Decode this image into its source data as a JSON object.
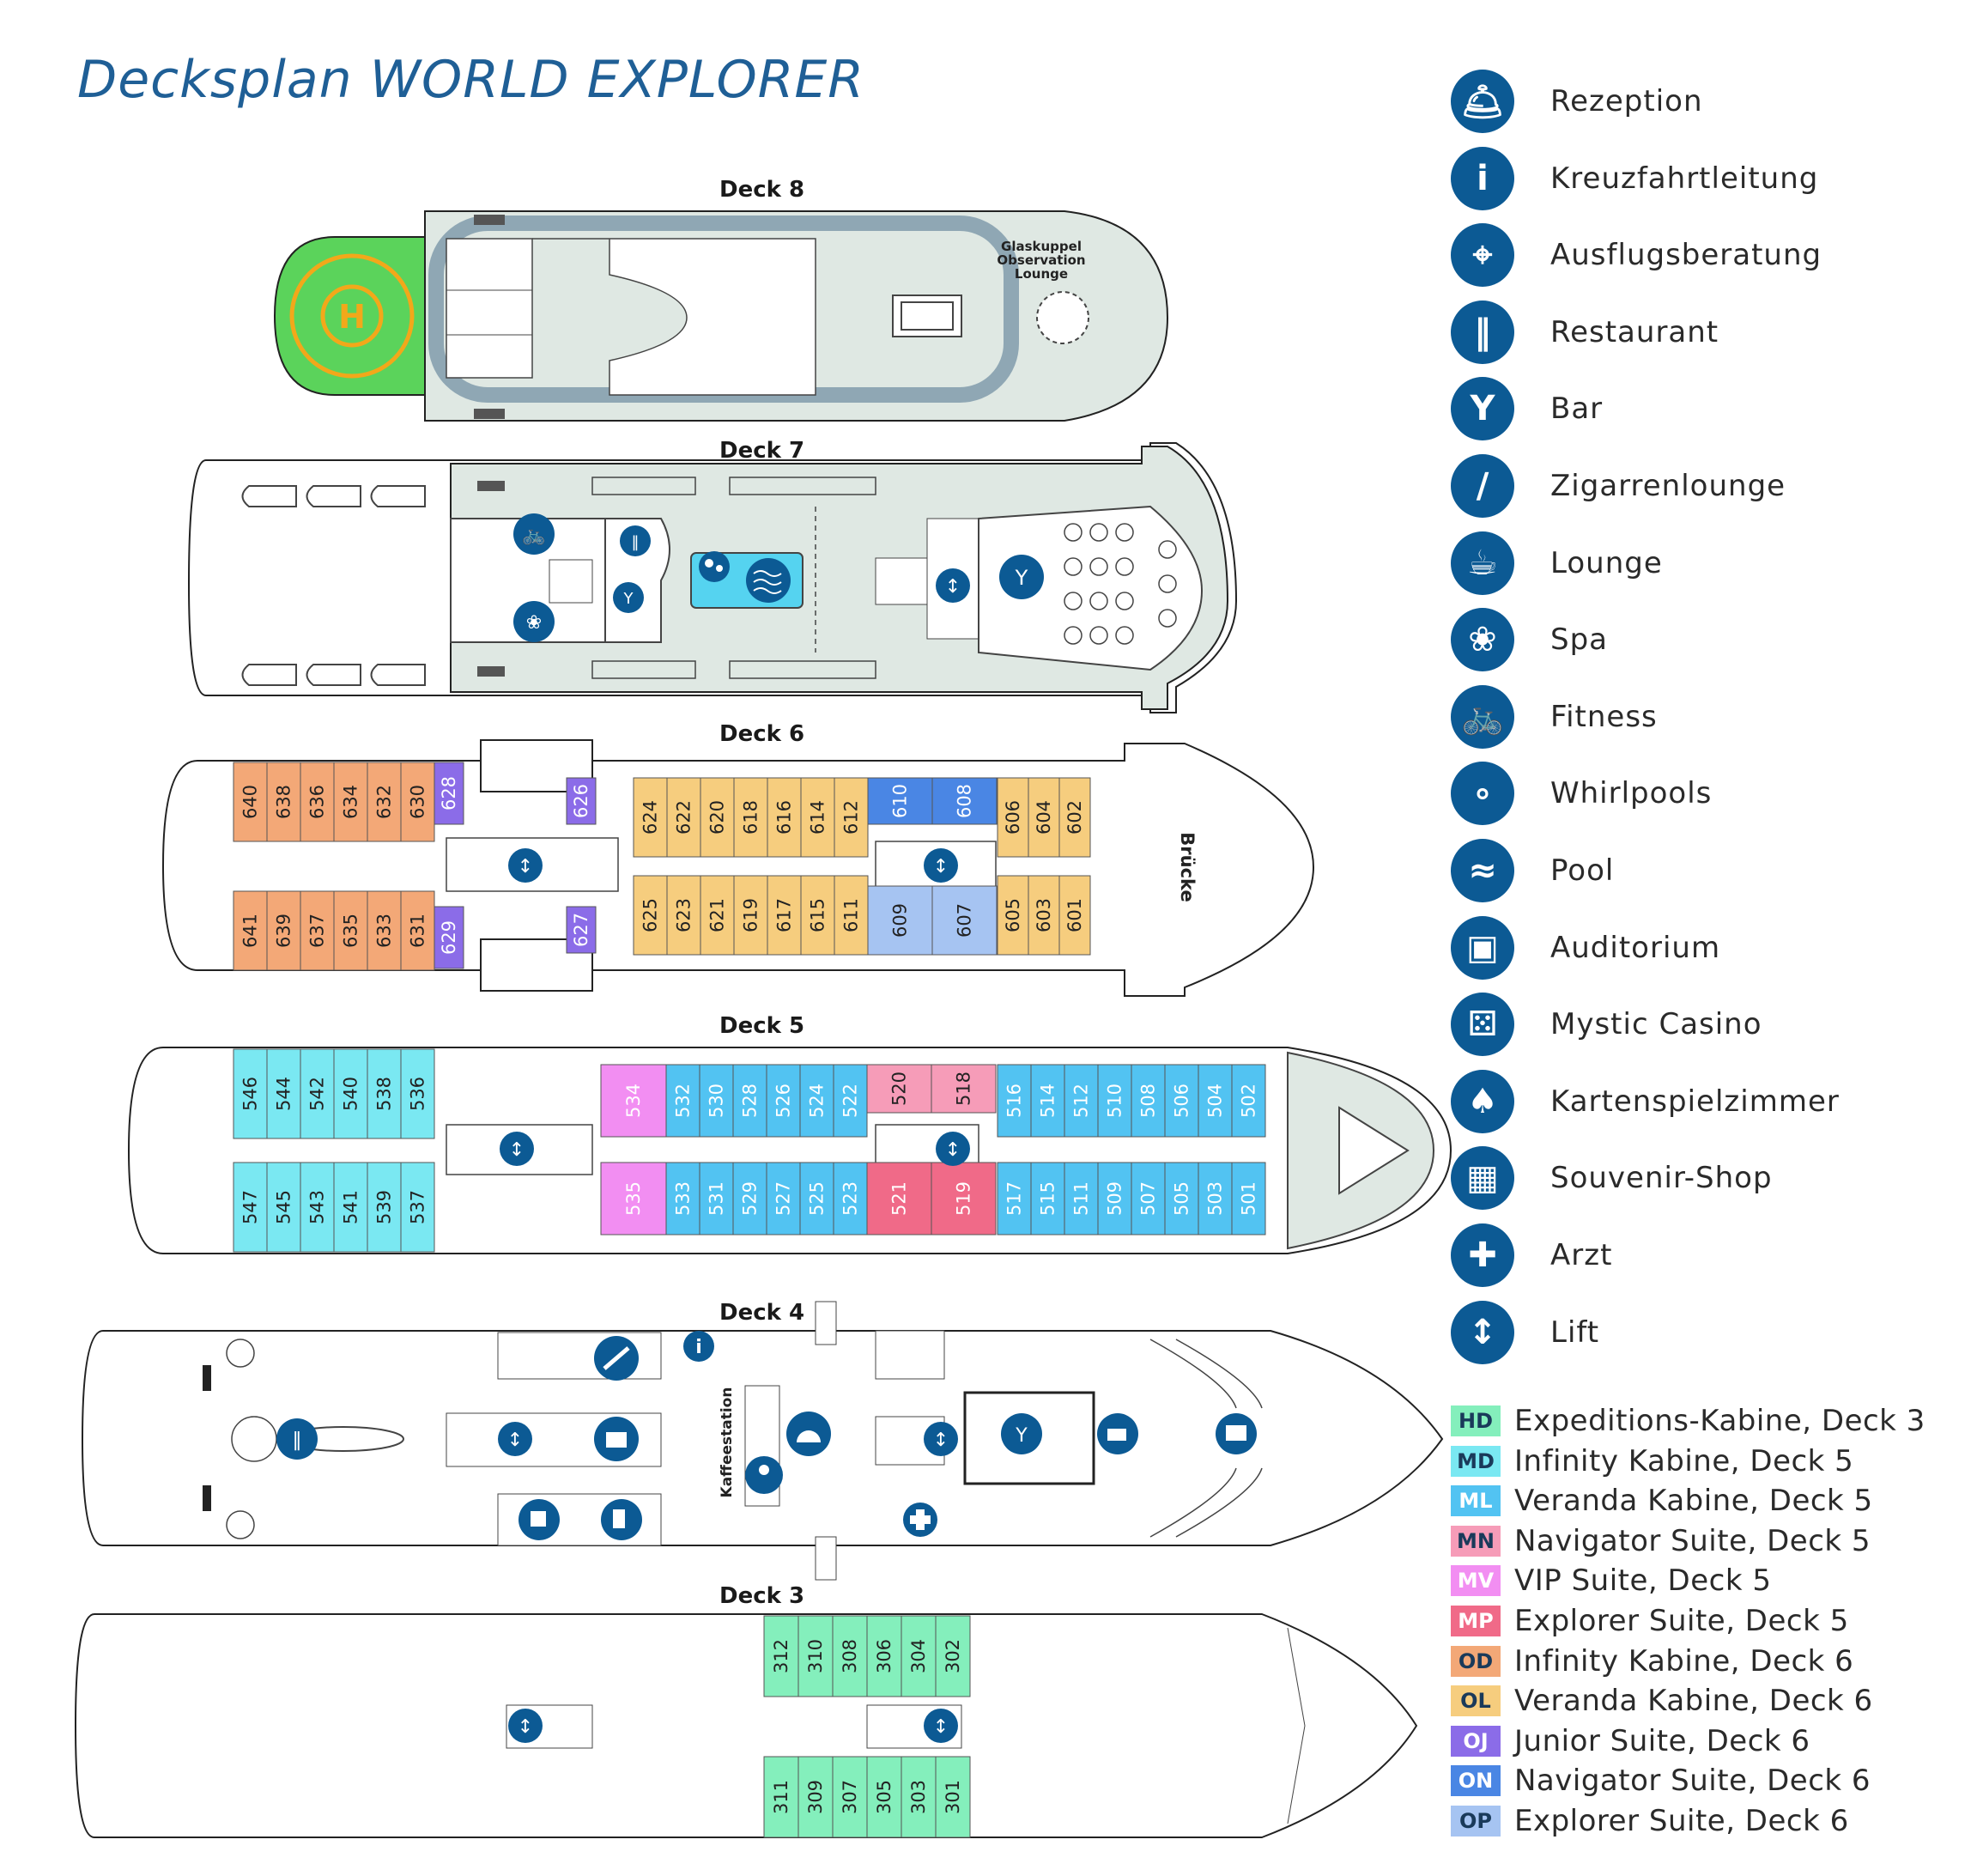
{
  "title": "Decksplan WORLD EXPLORER",
  "decks": {
    "d8": "Deck 8",
    "d7": "Deck 7",
    "d6": "Deck 6",
    "d5": "Deck 5",
    "d4": "Deck 4",
    "d3": "Deck 3"
  },
  "deck8_note": [
    "Glaskuppel",
    "Observation",
    "Lounge"
  ],
  "deck6_bridge": "Brücke",
  "deck4_kaffee": "Kaffeestation",
  "helipad_letter": "H",
  "colors": {
    "OD": "#f3a877",
    "OL": "#f6cd7e",
    "OJ": "#8b6ce8",
    "ON": "#4a86e4",
    "OP": "#a6c4f2",
    "MD": "#7ae8f2",
    "ML": "#52c3f2",
    "MN": "#f69cb8",
    "MV": "#f28ef2",
    "MP": "#f06a88",
    "HD": "#84efbc",
    "deck": "#dfe8e3",
    "icon": "#0c5a94",
    "helipad": "#5bd35b"
  },
  "deck6_cabins": {
    "od_top": [
      "640",
      "638",
      "636",
      "634",
      "632",
      "630"
    ],
    "od_bot": [
      "641",
      "639",
      "637",
      "635",
      "633",
      "631"
    ],
    "oj_top_a": "628",
    "oj_bot_a": "629",
    "oj_top_b": "626",
    "oj_bot_b": "627",
    "ol_top": [
      "624",
      "622",
      "620",
      "618",
      "616",
      "614",
      "612"
    ],
    "ol_bot": [
      "625",
      "623",
      "621",
      "619",
      "617",
      "615",
      "611"
    ],
    "on_top": [
      "610",
      "608"
    ],
    "op_bot": [
      "609",
      "607"
    ],
    "ol2_top": [
      "606",
      "604",
      "602"
    ],
    "ol2_bot": [
      "605",
      "603",
      "601"
    ]
  },
  "deck5_cabins": {
    "md_top": [
      "546",
      "544",
      "542",
      "540",
      "538",
      "536"
    ],
    "md_bot": [
      "547",
      "545",
      "543",
      "541",
      "539",
      "537"
    ],
    "mv_top": "534",
    "mv_bot": "535",
    "ml_top": [
      "532",
      "530",
      "528",
      "526",
      "524",
      "522"
    ],
    "ml_bot": [
      "533",
      "531",
      "529",
      "527",
      "525",
      "523"
    ],
    "mn_top": [
      "520",
      "518"
    ],
    "mp_bot": [
      "521",
      "519"
    ],
    "ml2_top": [
      "516",
      "514",
      "512",
      "510",
      "508",
      "506",
      "504",
      "502"
    ],
    "ml2_bot": [
      "517",
      "515",
      "511",
      "509",
      "507",
      "505",
      "503",
      "501"
    ]
  },
  "deck3_cabins": {
    "top": [
      "312",
      "310",
      "308",
      "306",
      "304",
      "302"
    ],
    "bot": [
      "311",
      "309",
      "307",
      "305",
      "303",
      "301"
    ]
  },
  "legend_icons": [
    {
      "icon": "reception-bell-icon",
      "label": "Rezeption"
    },
    {
      "icon": "info-icon",
      "label": "Kreuzfahrtleitung"
    },
    {
      "icon": "excursion-pin-icon",
      "label": "Ausflugsberatung"
    },
    {
      "icon": "restaurant-icon",
      "label": "Restaurant"
    },
    {
      "icon": "cocktail-icon",
      "label": "Bar"
    },
    {
      "icon": "cigar-icon",
      "label": "Zigarrenlounge"
    },
    {
      "icon": "coffee-cup-icon",
      "label": "Lounge"
    },
    {
      "icon": "lotus-icon",
      "label": "Spa"
    },
    {
      "icon": "bicycle-icon",
      "label": "Fitness"
    },
    {
      "icon": "bubbles-icon",
      "label": "Whirlpools"
    },
    {
      "icon": "waves-icon",
      "label": "Pool"
    },
    {
      "icon": "stage-icon",
      "label": "Auditorium"
    },
    {
      "icon": "dice-icon",
      "label": "Mystic Casino"
    },
    {
      "icon": "cards-icon",
      "label": "Kartenspielzimmer"
    },
    {
      "icon": "gift-icon",
      "label": "Souvenir-Shop"
    },
    {
      "icon": "cross-icon",
      "label": "Arzt"
    },
    {
      "icon": "lift-arrows-icon",
      "label": "Lift"
    }
  ],
  "legend_cabins": [
    {
      "code": "HD",
      "label": "Expeditions-Kabine, Deck 3"
    },
    {
      "code": "MD",
      "label": "Infinity Kabine, Deck 5"
    },
    {
      "code": "ML",
      "label": "Veranda Kabine, Deck 5"
    },
    {
      "code": "MN",
      "label": "Navigator Suite, Deck 5"
    },
    {
      "code": "MV",
      "label": "VIP Suite, Deck 5"
    },
    {
      "code": "MP",
      "label": "Explorer Suite, Deck 5"
    },
    {
      "code": "OD",
      "label": "Infinity Kabine, Deck 6"
    },
    {
      "code": "OL",
      "label": "Veranda Kabine, Deck 6"
    },
    {
      "code": "OJ",
      "label": "Junior Suite, Deck 6"
    },
    {
      "code": "ON",
      "label": "Navigator Suite, Deck 6"
    },
    {
      "code": "OP",
      "label": "Explorer Suite, Deck 6"
    }
  ]
}
